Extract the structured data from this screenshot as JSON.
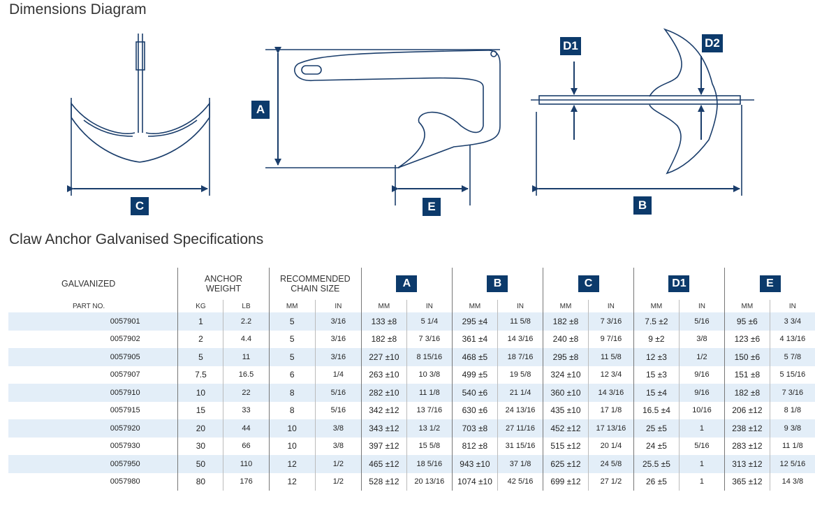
{
  "page": {
    "diagram_title": "Dimensions Diagram",
    "table_title": "Claw Anchor Galvanised Specifications"
  },
  "labels": {
    "a": "A",
    "b": "B",
    "c": "C",
    "d1": "D1",
    "d2": "D2",
    "e": "E"
  },
  "colors": {
    "navy": "#0c3a6b",
    "row_stripe": "#e3eef8",
    "line": "#1a3d6b"
  },
  "table": {
    "headers": {
      "galvanized": "GALVANIZED",
      "anchor_weight": "ANCHOR\nWEIGHT",
      "chain_size": "RECOMMENDED\nCHAIN SIZE",
      "a": "A",
      "b": "B",
      "c": "C",
      "d1": "D1",
      "e": "E"
    },
    "subheaders": [
      "PART NO.",
      "KG",
      "LB",
      "MM",
      "IN",
      "MM",
      "IN",
      "MM",
      "IN",
      "MM",
      "IN",
      "MM",
      "IN",
      "MM",
      "IN"
    ],
    "rows": [
      [
        "0057901",
        "1",
        "2.2",
        "5",
        "3/16",
        "133 ±8",
        "5 1/4",
        "295 ±4",
        "11 5/8",
        "182 ±8",
        "7 3/16",
        "7.5 ±2",
        "5/16",
        "95 ±6",
        "3 3/4"
      ],
      [
        "0057902",
        "2",
        "4.4",
        "5",
        "3/16",
        "182 ±8",
        "7 3/16",
        "361 ±4",
        "14 3/16",
        "240 ±8",
        "9 7/16",
        "9 ±2",
        "3/8",
        "123 ±6",
        "4 13/16"
      ],
      [
        "0057905",
        "5",
        "11",
        "5",
        "3/16",
        "227 ±10",
        "8 15/16",
        "468 ±5",
        "18 7/16",
        "295 ±8",
        "11 5/8",
        "12 ±3",
        "1/2",
        "150 ±6",
        "5 7/8"
      ],
      [
        "0057907",
        "7.5",
        "16.5",
        "6",
        "1/4",
        "263 ±10",
        "10 3/8",
        "499 ±5",
        "19 5/8",
        "324 ±10",
        "12 3/4",
        "15 ±3",
        "9/16",
        "151 ±8",
        "5 15/16"
      ],
      [
        "0057910",
        "10",
        "22",
        "8",
        "5/16",
        "282 ±10",
        "11 1/8",
        "540 ±6",
        "21 1/4",
        "360 ±10",
        "14 3/16",
        "15 ±4",
        "9/16",
        "182 ±8",
        "7 3/16"
      ],
      [
        "0057915",
        "15",
        "33",
        "8",
        "5/16",
        "342 ±12",
        "13 7/16",
        "630 ±6",
        "24 13/16",
        "435 ±10",
        "17 1/8",
        "16.5 ±4",
        "10/16",
        "206 ±12",
        "8 1/8"
      ],
      [
        "0057920",
        "20",
        "44",
        "10",
        "3/8",
        "343 ±12",
        "13 1/2",
        "703 ±8",
        "27 11/16",
        "452 ±12",
        "17 13/16",
        "25 ±5",
        "1",
        "238 ±12",
        "9 3/8"
      ],
      [
        "0057930",
        "30",
        "66",
        "10",
        "3/8",
        "397 ±12",
        "15 5/8",
        "812 ±8",
        "31 15/16",
        "515 ±12",
        "20 1/4",
        "24 ±5",
        "5/16",
        "283 ±12",
        "11 1/8"
      ],
      [
        "0057950",
        "50",
        "110",
        "12",
        "1/2",
        "465 ±12",
        "18 5/16",
        "943 ±10",
        "37 1/8",
        "625 ±12",
        "24 5/8",
        "25.5 ±5",
        "1",
        "313 ±12",
        "12 5/16"
      ],
      [
        "0057980",
        "80",
        "176",
        "12",
        "1/2",
        "528 ±12",
        "20 13/16",
        "1074 ±10",
        "42 5/16",
        "699 ±12",
        "27 1/2",
        "26 ±5",
        "1",
        "365 ±12",
        "14 3/8"
      ]
    ]
  }
}
